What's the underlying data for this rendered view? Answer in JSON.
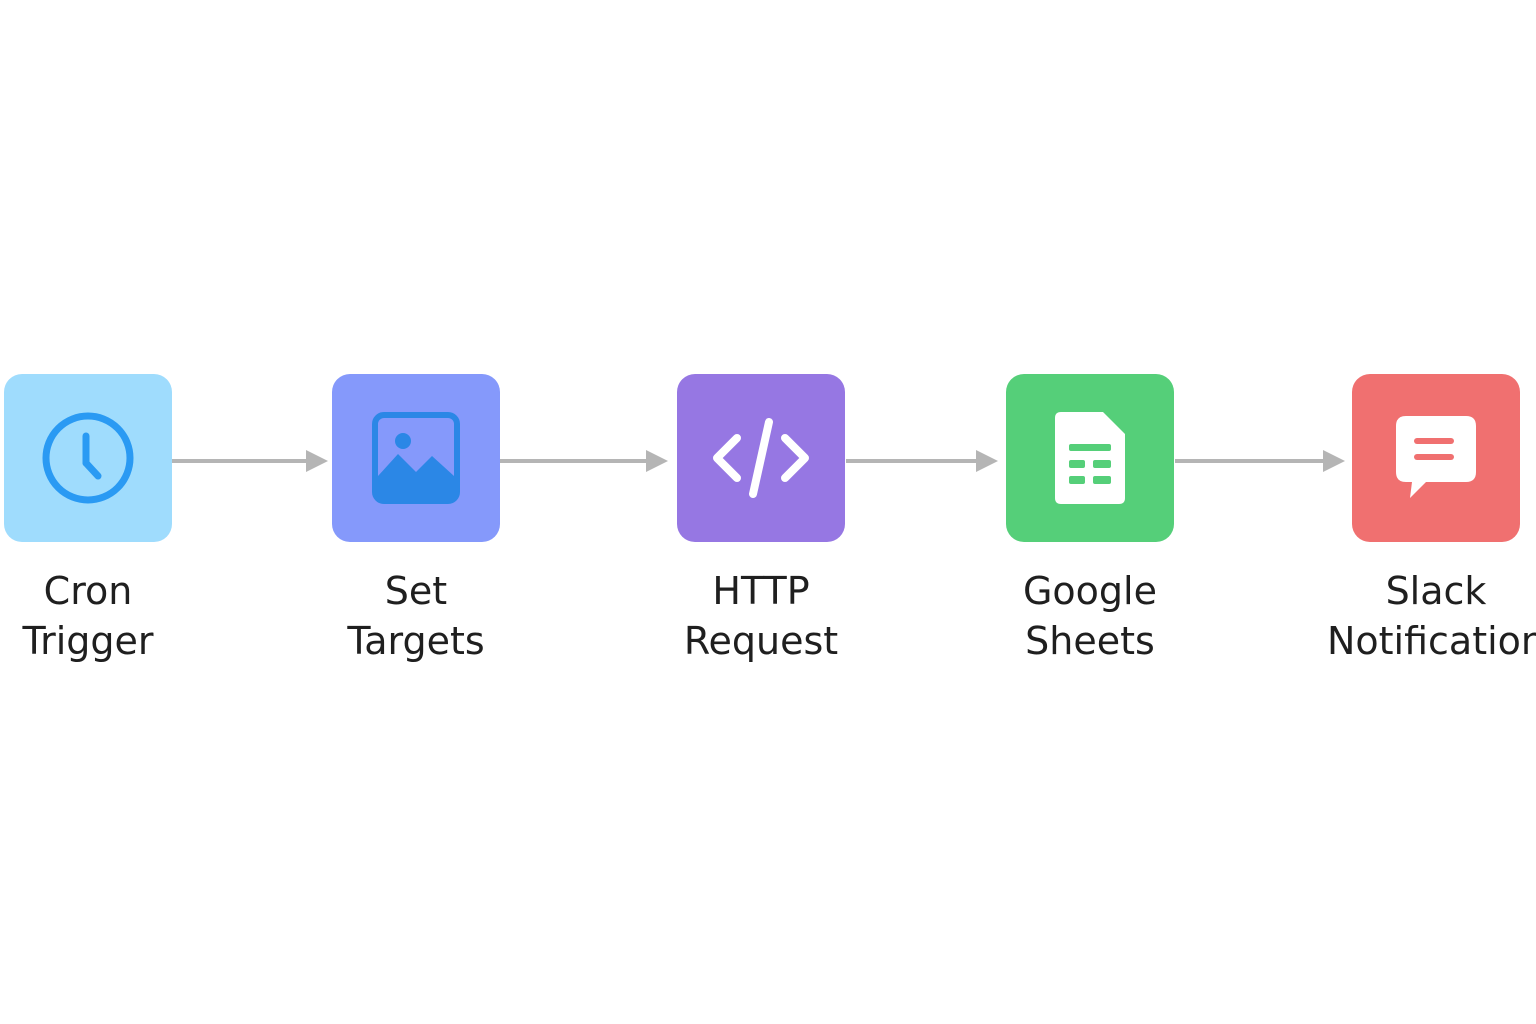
{
  "workflow": {
    "connector_color": "#b5b5b5",
    "nodes": [
      {
        "id": "cron-trigger",
        "icon": "clock-icon",
        "bg_color": "#9fdcfd",
        "icon_color": "#2a9af3",
        "label_line1": "Cron",
        "label_line2": "Trigger"
      },
      {
        "id": "set-targets",
        "icon": "image-icon",
        "bg_color": "#8599fb",
        "icon_color": "#2b87e6",
        "label_line1": "Set",
        "label_line2": "Targets"
      },
      {
        "id": "http-request",
        "icon": "code-icon",
        "bg_color": "#9677e3",
        "icon_color": "#ffffff",
        "label_line1": "HTTP",
        "label_line2": "Request"
      },
      {
        "id": "google-sheets",
        "icon": "spreadsheet-icon",
        "bg_color": "#55cf79",
        "icon_color": "#ffffff",
        "label_line1": "Google",
        "label_line2": "Sheets"
      },
      {
        "id": "slack-notification",
        "icon": "chat-bubble-icon",
        "bg_color": "#f07070",
        "icon_color": "#ffffff",
        "label_line1": "Slack",
        "label_line2": "Notification"
      }
    ]
  }
}
